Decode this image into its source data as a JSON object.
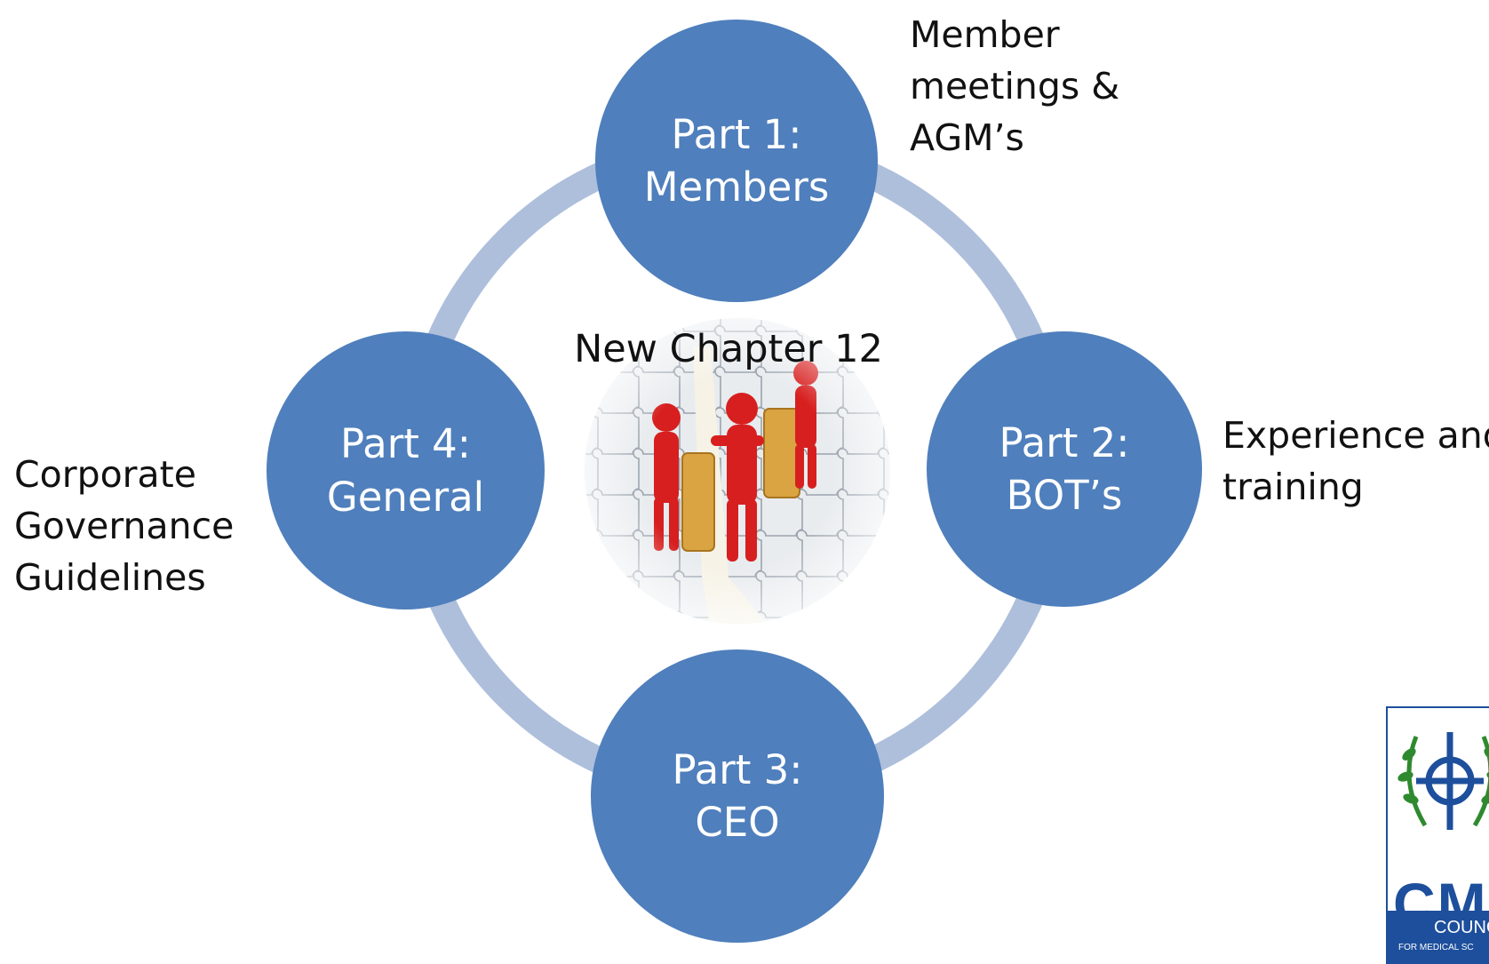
{
  "center": {
    "title": "New Chapter 12"
  },
  "nodes": [
    {
      "line1": "Part 1:",
      "line2": "Members",
      "note": [
        "Member",
        "meetings &",
        "AGM’s"
      ]
    },
    {
      "line1": "Part 2:",
      "line2": "BOT’s",
      "note": [
        "Experience and",
        "training"
      ]
    },
    {
      "line1": "Part 3:",
      "line2": "CEO",
      "note": []
    },
    {
      "line1": "Part 4:",
      "line2": "General",
      "note": [
        "Corporate",
        "Governance",
        "Guidelines"
      ]
    }
  ],
  "logo": {
    "letters": "CM",
    "band_line1": "COUNC",
    "band_line2": "FOR MEDICAL SC"
  },
  "colors": {
    "node_fill": "#4f7fbc",
    "ring": "#aebfdc",
    "logo_blue": "#1d4f9c",
    "figure_red": "#d71f1f",
    "laurel_green": "#2f8a2f"
  }
}
